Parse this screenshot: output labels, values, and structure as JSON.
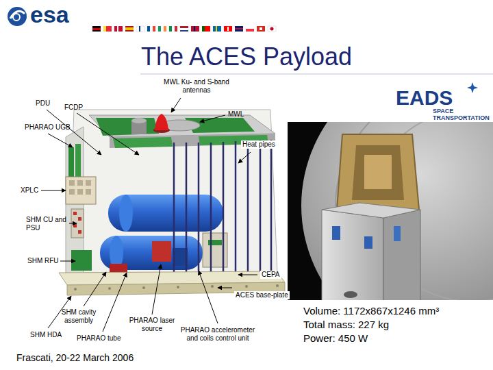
{
  "diagram": {
    "title": "The ACES Payload",
    "labels": [
      "esa",
      "MWL Ku- and S-band antennas",
      "PDU",
      "FCDP",
      "EADS",
      "SPACE TRANSPORTATION",
      "MWL",
      "PHARAO UGB",
      "Heat pipes",
      "XPLC",
      "SHM CU and PSU",
      "SHM RFU",
      "CEPA",
      "ACES base-plate",
      "SHM cavity assembly",
      "PHARAO laser source",
      "Volume: 1172x867x1246 mm³",
      "Total mass: 227 kg",
      "SHM HDA",
      "PHARAO tube",
      "PHARAO accelerometer and coils control unit",
      "Power: 450 W",
      "Frascati, 20-22 March 2006"
    ]
  }
}
